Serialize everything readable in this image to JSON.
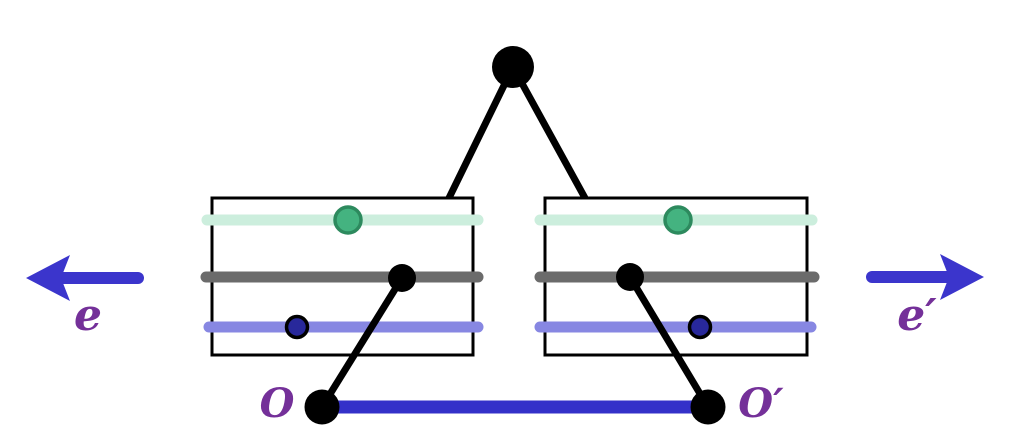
{
  "diagram": {
    "labels": {
      "edge_left": "e",
      "edge_right": "e′",
      "origin_left": "O",
      "origin_right": "O′"
    },
    "colors": {
      "arrow_blue": "#3b35cc",
      "label_purple": "#743099",
      "mint": "#cceedd",
      "green_fill": "#44b380",
      "green_stroke": "#2d8a5e",
      "gray": "#6b6b6b",
      "periwinkle": "#8787e2",
      "navy_fill": "#28289b",
      "base_blue": "#3431c9",
      "black": "#000000"
    }
  }
}
